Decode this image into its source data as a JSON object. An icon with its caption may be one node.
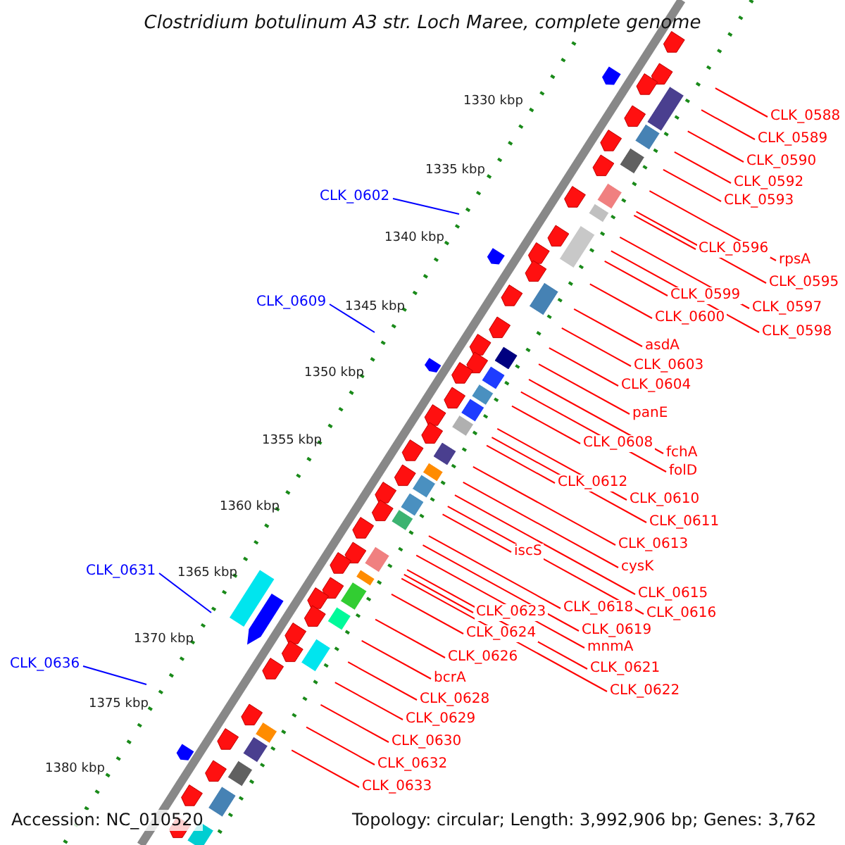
{
  "diagram": {
    "title": "Clostridium botulinum A3 str. Loch Maree, complete genome",
    "nodes": [
      {
        "text": [
          "CLK_0588"
        ]
      },
      {
        "text": [
          "CLK_0589"
        ]
      },
      {
        "text": [
          "CLK_0590"
        ]
      },
      {
        "text": [
          "CLK_0592"
        ]
      },
      {
        "text": [
          "CLK_0602"
        ]
      },
      {
        "text": [
          "CLK_0593"
        ]
      },
      {
        "text": [
          "CLK_0596"
        ]
      },
      {
        "text": [
          "rpsA"
        ]
      },
      {
        "text": [
          "CLK_0595"
        ]
      },
      {
        "text": [
          "CLK_0599"
        ]
      },
      {
        "text": [
          "CLK_0609"
        ]
      },
      {
        "text": [
          "CLK_0597"
        ]
      },
      {
        "text": [
          "CLK_0600"
        ]
      },
      {
        "text": [
          "CLK_0598"
        ]
      },
      {
        "text": [
          "asdA"
        ]
      },
      {
        "text": [
          "CLK_0603"
        ]
      },
      {
        "text": [
          "CLK_0604"
        ]
      },
      {
        "text": [
          "panE"
        ]
      },
      {
        "text": [
          "CLK_0608"
        ]
      },
      {
        "text": [
          "fchA"
        ]
      },
      {
        "text": [
          "folD"
        ]
      },
      {
        "text": [
          "CLK_0612"
        ]
      },
      {
        "text": [
          "CLK_0610"
        ]
      },
      {
        "text": [
          "CLK_0611"
        ]
      },
      {
        "text": [
          "CLK_0613"
        ]
      },
      {
        "text": [
          "iscS"
        ]
      },
      {
        "text": [
          "cysK"
        ]
      },
      {
        "text": [
          "CLK_0631"
        ]
      },
      {
        "text": [
          "CLK_0615"
        ]
      },
      {
        "text": [
          "CLK_0618"
        ]
      },
      {
        "text": [
          "CLK_0616"
        ]
      },
      {
        "text": [
          "CLK_0623"
        ]
      },
      {
        "text": [
          "CLK_0619"
        ]
      },
      {
        "text": [
          "CLK_0624"
        ]
      },
      {
        "text": [
          "mnmA"
        ]
      },
      {
        "text": [
          "CLK_0626"
        ]
      },
      {
        "text": [
          "CLK_0621"
        ]
      },
      {
        "text": [
          "bcrA"
        ]
      },
      {
        "text": [
          "CLK_0636"
        ]
      },
      {
        "text": [
          "CLK_0622"
        ]
      },
      {
        "text": [
          "CLK_0628"
        ]
      },
      {
        "text": [
          "CLK_0629"
        ]
      },
      {
        "text": [
          "CLK_0630"
        ]
      },
      {
        "text": [
          "CLK_0632"
        ]
      },
      {
        "text": [
          "CLK_0633"
        ]
      }
    ],
    "edges": [
      {
        "from": 0,
        "to": null,
        "arrow": "none"
      },
      {
        "from": 1,
        "to": null,
        "arrow": "none"
      },
      {
        "from": 2,
        "to": null,
        "arrow": "none"
      },
      {
        "from": 3,
        "to": null,
        "arrow": "none"
      },
      {
        "from": 4,
        "to": null,
        "arrow": "none",
        "color": "#0000ff"
      },
      {
        "from": 5,
        "to": null,
        "arrow": "none"
      },
      {
        "from": 6,
        "to": null,
        "arrow": "none"
      },
      {
        "from": 7,
        "to": null,
        "arrow": "none"
      },
      {
        "from": 8,
        "to": null,
        "arrow": "none"
      },
      {
        "from": 9,
        "to": null,
        "arrow": "none"
      },
      {
        "from": 10,
        "to": null,
        "arrow": "none",
        "color": "#0000ff"
      },
      {
        "from": 11,
        "to": null,
        "arrow": "none"
      },
      {
        "from": 12,
        "to": null,
        "arrow": "none"
      },
      {
        "from": 13,
        "to": null,
        "arrow": "none"
      },
      {
        "from": 14,
        "to": null,
        "arrow": "none"
      },
      {
        "from": 15,
        "to": null,
        "arrow": "none"
      },
      {
        "from": 16,
        "to": null,
        "arrow": "none"
      },
      {
        "from": 17,
        "to": null,
        "arrow": "none"
      },
      {
        "from": 18,
        "to": null,
        "arrow": "none"
      },
      {
        "from": 19,
        "to": null,
        "arrow": "none"
      },
      {
        "from": 20,
        "to": null,
        "arrow": "none"
      },
      {
        "from": 21,
        "to": null,
        "arrow": "none"
      },
      {
        "from": 22,
        "to": null,
        "arrow": "none"
      },
      {
        "from": 23,
        "to": null,
        "arrow": "none"
      },
      {
        "from": 24,
        "to": null,
        "arrow": "none"
      },
      {
        "from": 25,
        "to": null,
        "arrow": "none"
      },
      {
        "from": 26,
        "to": null,
        "arrow": "none"
      },
      {
        "from": 27,
        "to": null,
        "arrow": "none",
        "color": "#0000ff"
      },
      {
        "from": 28,
        "to": null,
        "arrow": "none"
      },
      {
        "from": 29,
        "to": null,
        "arrow": "none"
      },
      {
        "from": 30,
        "to": null,
        "arrow": "none"
      },
      {
        "from": 31,
        "to": null,
        "arrow": "none"
      },
      {
        "from": 32,
        "to": null,
        "arrow": "none"
      },
      {
        "from": 33,
        "to": null,
        "arrow": "none"
      },
      {
        "from": 34,
        "to": null,
        "arrow": "none"
      },
      {
        "from": 35,
        "to": null,
        "arrow": "none"
      },
      {
        "from": 36,
        "to": null,
        "arrow": "none"
      },
      {
        "from": 37,
        "to": null,
        "arrow": "none"
      },
      {
        "from": 38,
        "to": null,
        "arrow": "none",
        "color": "#0000ff"
      },
      {
        "from": 39,
        "to": null,
        "arrow": "none"
      },
      {
        "from": 40,
        "to": null,
        "arrow": "none"
      },
      {
        "from": 41,
        "to": null,
        "arrow": "none"
      },
      {
        "from": 42,
        "to": null,
        "arrow": "none"
      },
      {
        "from": 43,
        "to": null,
        "arrow": "none"
      },
      {
        "from": 44,
        "to": null,
        "arrow": "none"
      }
    ],
    "labels": [
      "1330 kbp",
      "1335 kbp",
      "1340 kbp",
      "1345 kbp",
      "1350 kbp",
      "1355 kbp",
      "1360 kbp",
      "1365 kbp",
      "1370 kbp",
      "1375 kbp",
      "1380 kbp",
      "Accession: NC_010520",
      "Topology: circular; Length: 3,992,906 bp; Genes: 3,762"
    ]
  }
}
